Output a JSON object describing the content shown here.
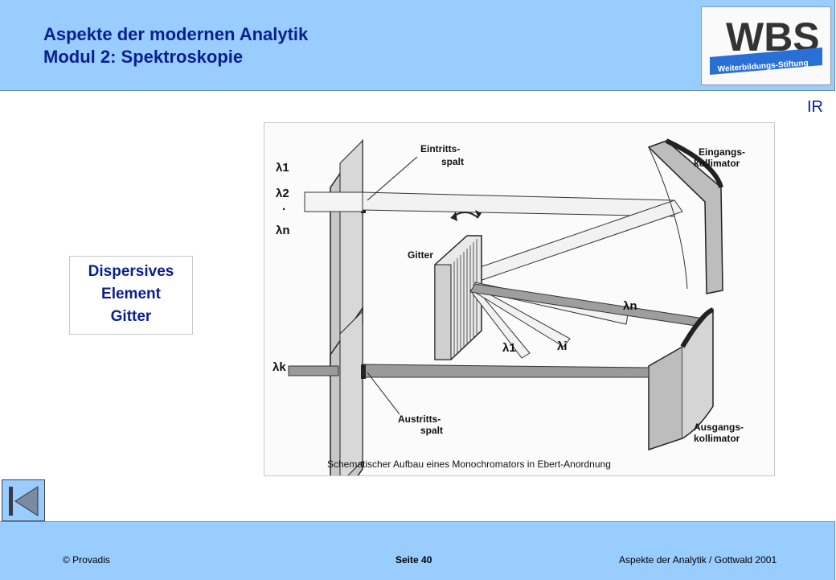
{
  "header": {
    "title_line1": "Aspekte der modernen Analytik",
    "title_line2": "Modul 2: Spektroskopie",
    "logo_text": "WBS",
    "logo_subtext": "Weiterbildungs-Stiftung"
  },
  "tag": "IR",
  "callout": {
    "line1": "Dispersives",
    "line2": "Element",
    "line3": "Gitter"
  },
  "diagram": {
    "labels": {
      "entrance_slit_1": "Eintritts-",
      "entrance_slit_2": "spalt",
      "entrance_collimator_1": "Eingangs-",
      "entrance_collimator_2": "kollimator",
      "grating": "Gitter",
      "exit_slit_1": "Austritts-",
      "exit_slit_2": "spalt",
      "exit_collimator_1": "Ausgangs-",
      "exit_collimator_2": "kollimator",
      "caption": "Schematischer Aufbau eines Monochromators in Ebert-Anordnung"
    },
    "wavelengths": {
      "in_1": "λ1",
      "in_2": "λ2",
      "in_dots": "·",
      "in_n": "λn",
      "out_n": "λn",
      "out_1": "λ1",
      "out_i": "λi",
      "exit_k": "λk"
    }
  },
  "navigation": {
    "first_icon": "first-page-icon"
  },
  "footer": {
    "left": "© Provadis",
    "center": "Seite 40",
    "right": "Aspekte der Analytik /  Gottwald 2001"
  }
}
